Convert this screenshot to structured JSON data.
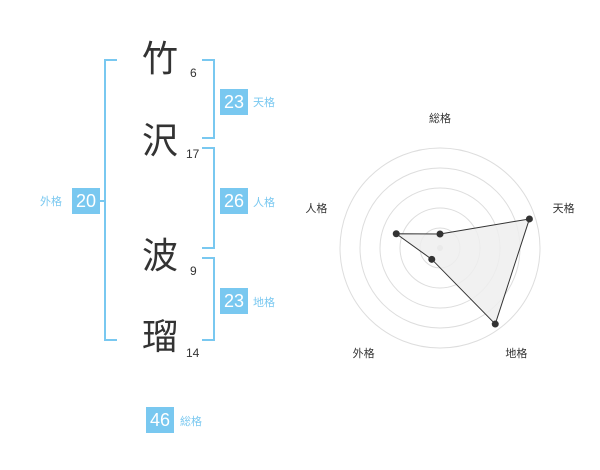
{
  "name": {
    "chars": [
      {
        "char": "竹",
        "strokes": "6"
      },
      {
        "char": "沢",
        "strokes": "17"
      },
      {
        "char": "波",
        "strokes": "9"
      },
      {
        "char": "瑠",
        "strokes": "14"
      }
    ]
  },
  "fortunes": {
    "tenkaku": {
      "value": "23",
      "label": "天格"
    },
    "jinkaku": {
      "value": "26",
      "label": "人格"
    },
    "chikaku": {
      "value": "23",
      "label": "地格"
    },
    "gaikaku": {
      "value": "20",
      "label": "外格"
    },
    "soukaku": {
      "value": "46",
      "label": "総格"
    }
  },
  "colors": {
    "accent": "#79c8f0",
    "text": "#333333",
    "grid": "#dddddd",
    "fill": "#eeeeee"
  },
  "chart_data": {
    "type": "radar",
    "axes": [
      "総格",
      "天格",
      "地格",
      "外格",
      "人格"
    ],
    "range": [
      0,
      5
    ],
    "rings": 5,
    "values": [
      0.7,
      4.7,
      4.7,
      0.7,
      2.3
    ]
  }
}
